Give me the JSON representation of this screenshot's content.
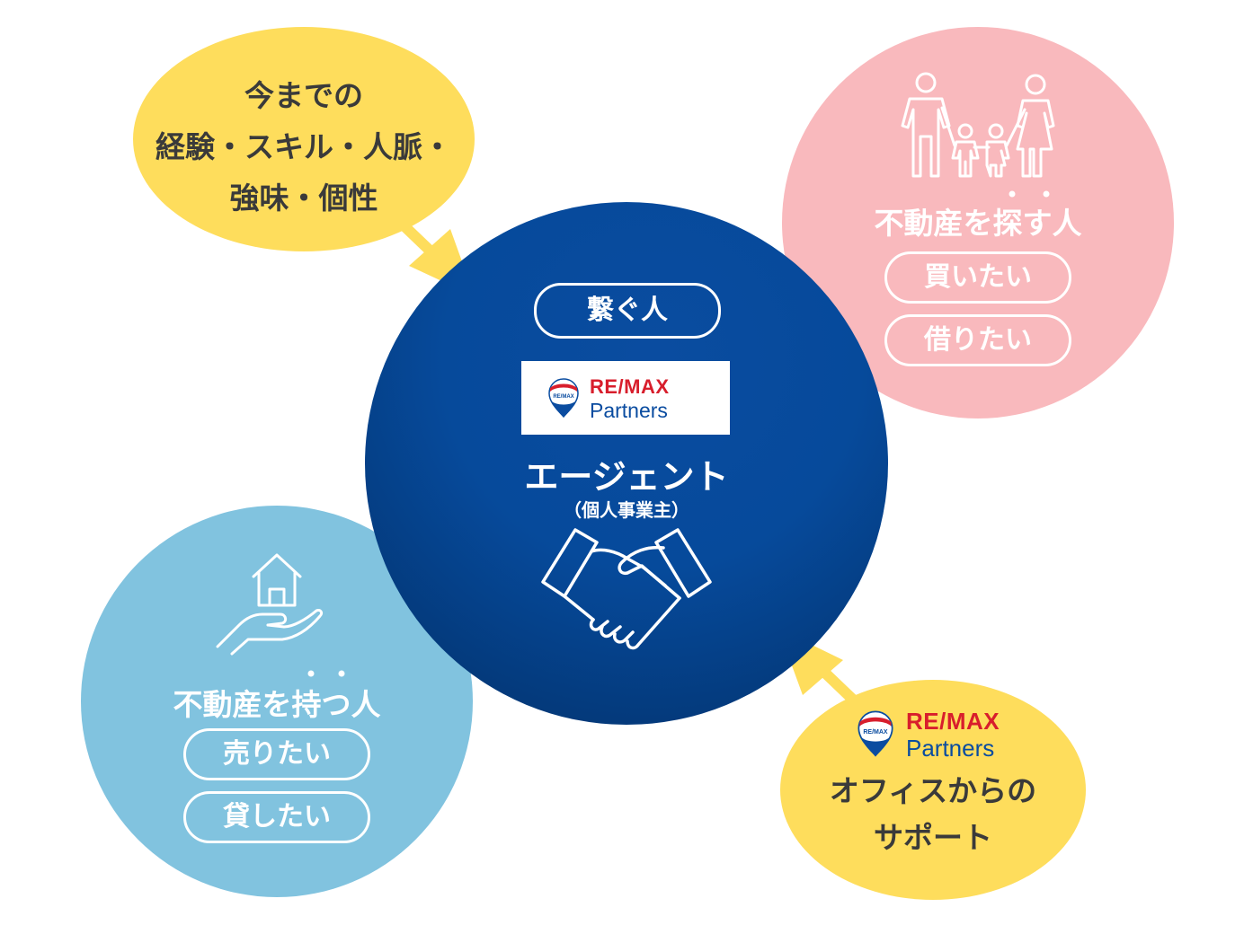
{
  "skills_bubble": {
    "lines": [
      "今までの",
      "経験・スキル・人脈・",
      "強味・個性"
    ]
  },
  "center": {
    "connect_label": "繋ぐ人",
    "logo_top": "RE/MAX",
    "logo_bottom": "Partners",
    "logo_balloon": "RE/MAX",
    "title": "エージェント",
    "subtitle": "（個人事業主）"
  },
  "seekers": {
    "title": "不動産を探す人",
    "options": [
      "買いたい",
      "借りたい"
    ]
  },
  "owners": {
    "title": "不動産を持つ人",
    "options": [
      "売りたい",
      "貸したい"
    ]
  },
  "support": {
    "logo_top": "RE/MAX",
    "logo_bottom": "Partners",
    "logo_balloon": "RE/MAX",
    "lines": [
      "オフィスからの",
      "サポート"
    ]
  },
  "colors": {
    "yellow": "#FEDD5C",
    "pink": "#F9B9BD",
    "navy": "#064a9b",
    "light_blue": "#81C3DF",
    "remax_red": "#d81e2c"
  }
}
